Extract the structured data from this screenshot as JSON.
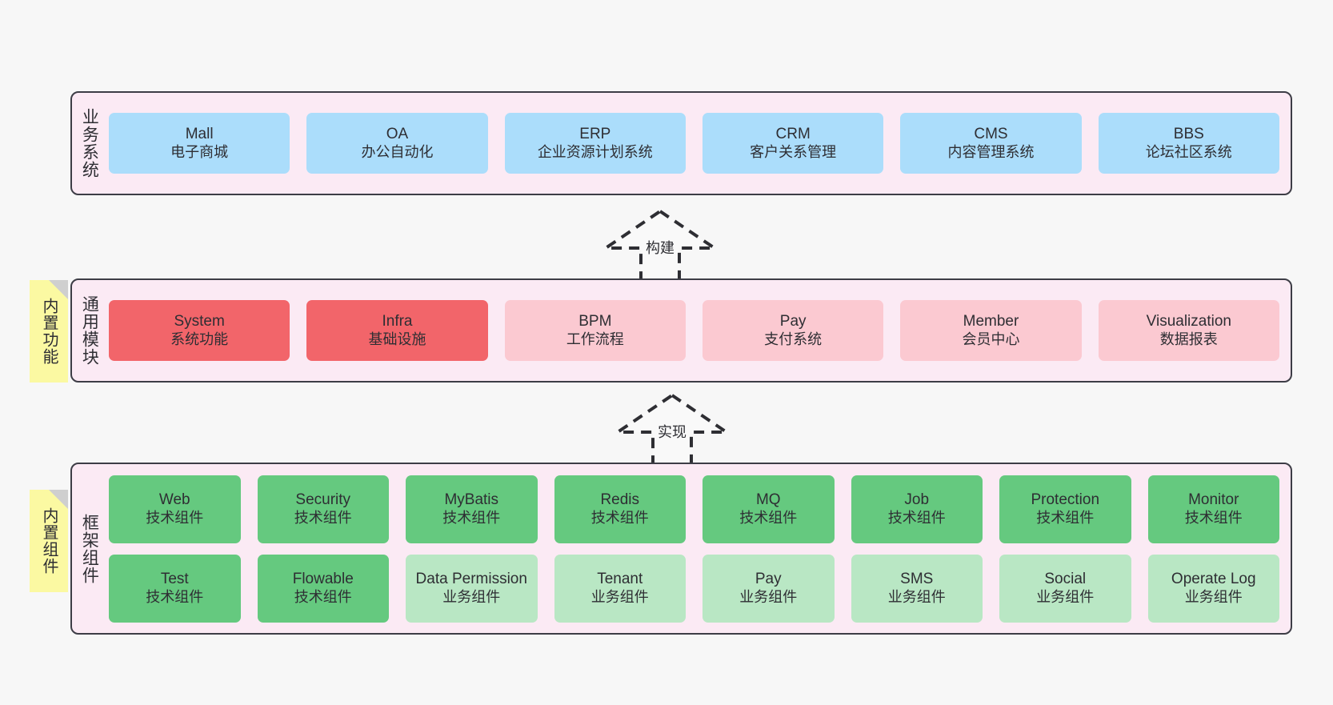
{
  "diagram": {
    "background_color": "#f7f7f7",
    "panel_background": "#fbeaf4",
    "panel_border": "#3d3d46"
  },
  "notes": [
    {
      "label": "内置功能",
      "color": "#fbf9a2"
    },
    {
      "label": "内置组件",
      "color": "#fbf9a2"
    }
  ],
  "connectors": [
    {
      "label": "构建",
      "style": "dashed-generalization-up"
    },
    {
      "label": "实现",
      "style": "dashed-generalization-up"
    }
  ],
  "layers": [
    {
      "id": "business",
      "title": "业务系统",
      "rows": [
        {
          "cells": [
            {
              "name": "Mall",
              "sub": "电子商城",
              "color": "#abddfb",
              "variant": "c-blue"
            },
            {
              "name": "OA",
              "sub": "办公自动化",
              "color": "#abddfb",
              "variant": "c-blue"
            },
            {
              "name": "ERP",
              "sub": "企业资源计划系统",
              "color": "#abddfb",
              "variant": "c-blue"
            },
            {
              "name": "CRM",
              "sub": "客户关系管理",
              "color": "#abddfb",
              "variant": "c-blue"
            },
            {
              "name": "CMS",
              "sub": "内容管理系统",
              "color": "#abddfb",
              "variant": "c-blue"
            },
            {
              "name": "BBS",
              "sub": "论坛社区系统",
              "color": "#abddfb",
              "variant": "c-blue"
            }
          ]
        }
      ]
    },
    {
      "id": "module",
      "title": "通用模块",
      "rows": [
        {
          "cells": [
            {
              "name": "System",
              "sub": "系统功能",
              "color": "#f2656a",
              "variant": "c-red"
            },
            {
              "name": "Infra",
              "sub": "基础设施",
              "color": "#f2656a",
              "variant": "c-red"
            },
            {
              "name": "BPM",
              "sub": "工作流程",
              "color": "#fbc9d1",
              "variant": "c-pink"
            },
            {
              "name": "Pay",
              "sub": "支付系统",
              "color": "#fbc9d1",
              "variant": "c-pink"
            },
            {
              "name": "Member",
              "sub": "会员中心",
              "color": "#fbc9d1",
              "variant": "c-pink"
            },
            {
              "name": "Visualization",
              "sub": "数据报表",
              "color": "#fbc9d1",
              "variant": "c-pink"
            }
          ]
        }
      ]
    },
    {
      "id": "framework",
      "title": "框架组件",
      "rows": [
        {
          "cells": [
            {
              "name": "Web",
              "sub": "技术组件",
              "color": "#65c97f",
              "variant": "c-green"
            },
            {
              "name": "Security",
              "sub": "技术组件",
              "color": "#65c97f",
              "variant": "c-green"
            },
            {
              "name": "MyBatis",
              "sub": "技术组件",
              "color": "#65c97f",
              "variant": "c-green"
            },
            {
              "name": "Redis",
              "sub": "技术组件",
              "color": "#65c97f",
              "variant": "c-green"
            },
            {
              "name": "MQ",
              "sub": "技术组件",
              "color": "#65c97f",
              "variant": "c-green"
            },
            {
              "name": "Job",
              "sub": "技术组件",
              "color": "#65c97f",
              "variant": "c-green"
            },
            {
              "name": "Protection",
              "sub": "技术组件",
              "color": "#65c97f",
              "variant": "c-green"
            },
            {
              "name": "Monitor",
              "sub": "技术组件",
              "color": "#65c97f",
              "variant": "c-green"
            }
          ]
        },
        {
          "cells": [
            {
              "name": "Test",
              "sub": "技术组件",
              "color": "#65c97f",
              "variant": "c-green"
            },
            {
              "name": "Flowable",
              "sub": "技术组件",
              "color": "#65c97f",
              "variant": "c-green"
            },
            {
              "name": "Data Permission",
              "sub": "业务组件",
              "color": "#b9e7c4",
              "variant": "c-lightgreen"
            },
            {
              "name": "Tenant",
              "sub": "业务组件",
              "color": "#b9e7c4",
              "variant": "c-lightgreen"
            },
            {
              "name": "Pay",
              "sub": "业务组件",
              "color": "#b9e7c4",
              "variant": "c-lightgreen"
            },
            {
              "name": "SMS",
              "sub": "业务组件",
              "color": "#b9e7c4",
              "variant": "c-lightgreen"
            },
            {
              "name": "Social",
              "sub": "业务组件",
              "color": "#b9e7c4",
              "variant": "c-lightgreen"
            },
            {
              "name": "Operate Log",
              "sub": "业务组件",
              "color": "#b9e7c4",
              "variant": "c-lightgreen"
            }
          ]
        }
      ]
    }
  ]
}
